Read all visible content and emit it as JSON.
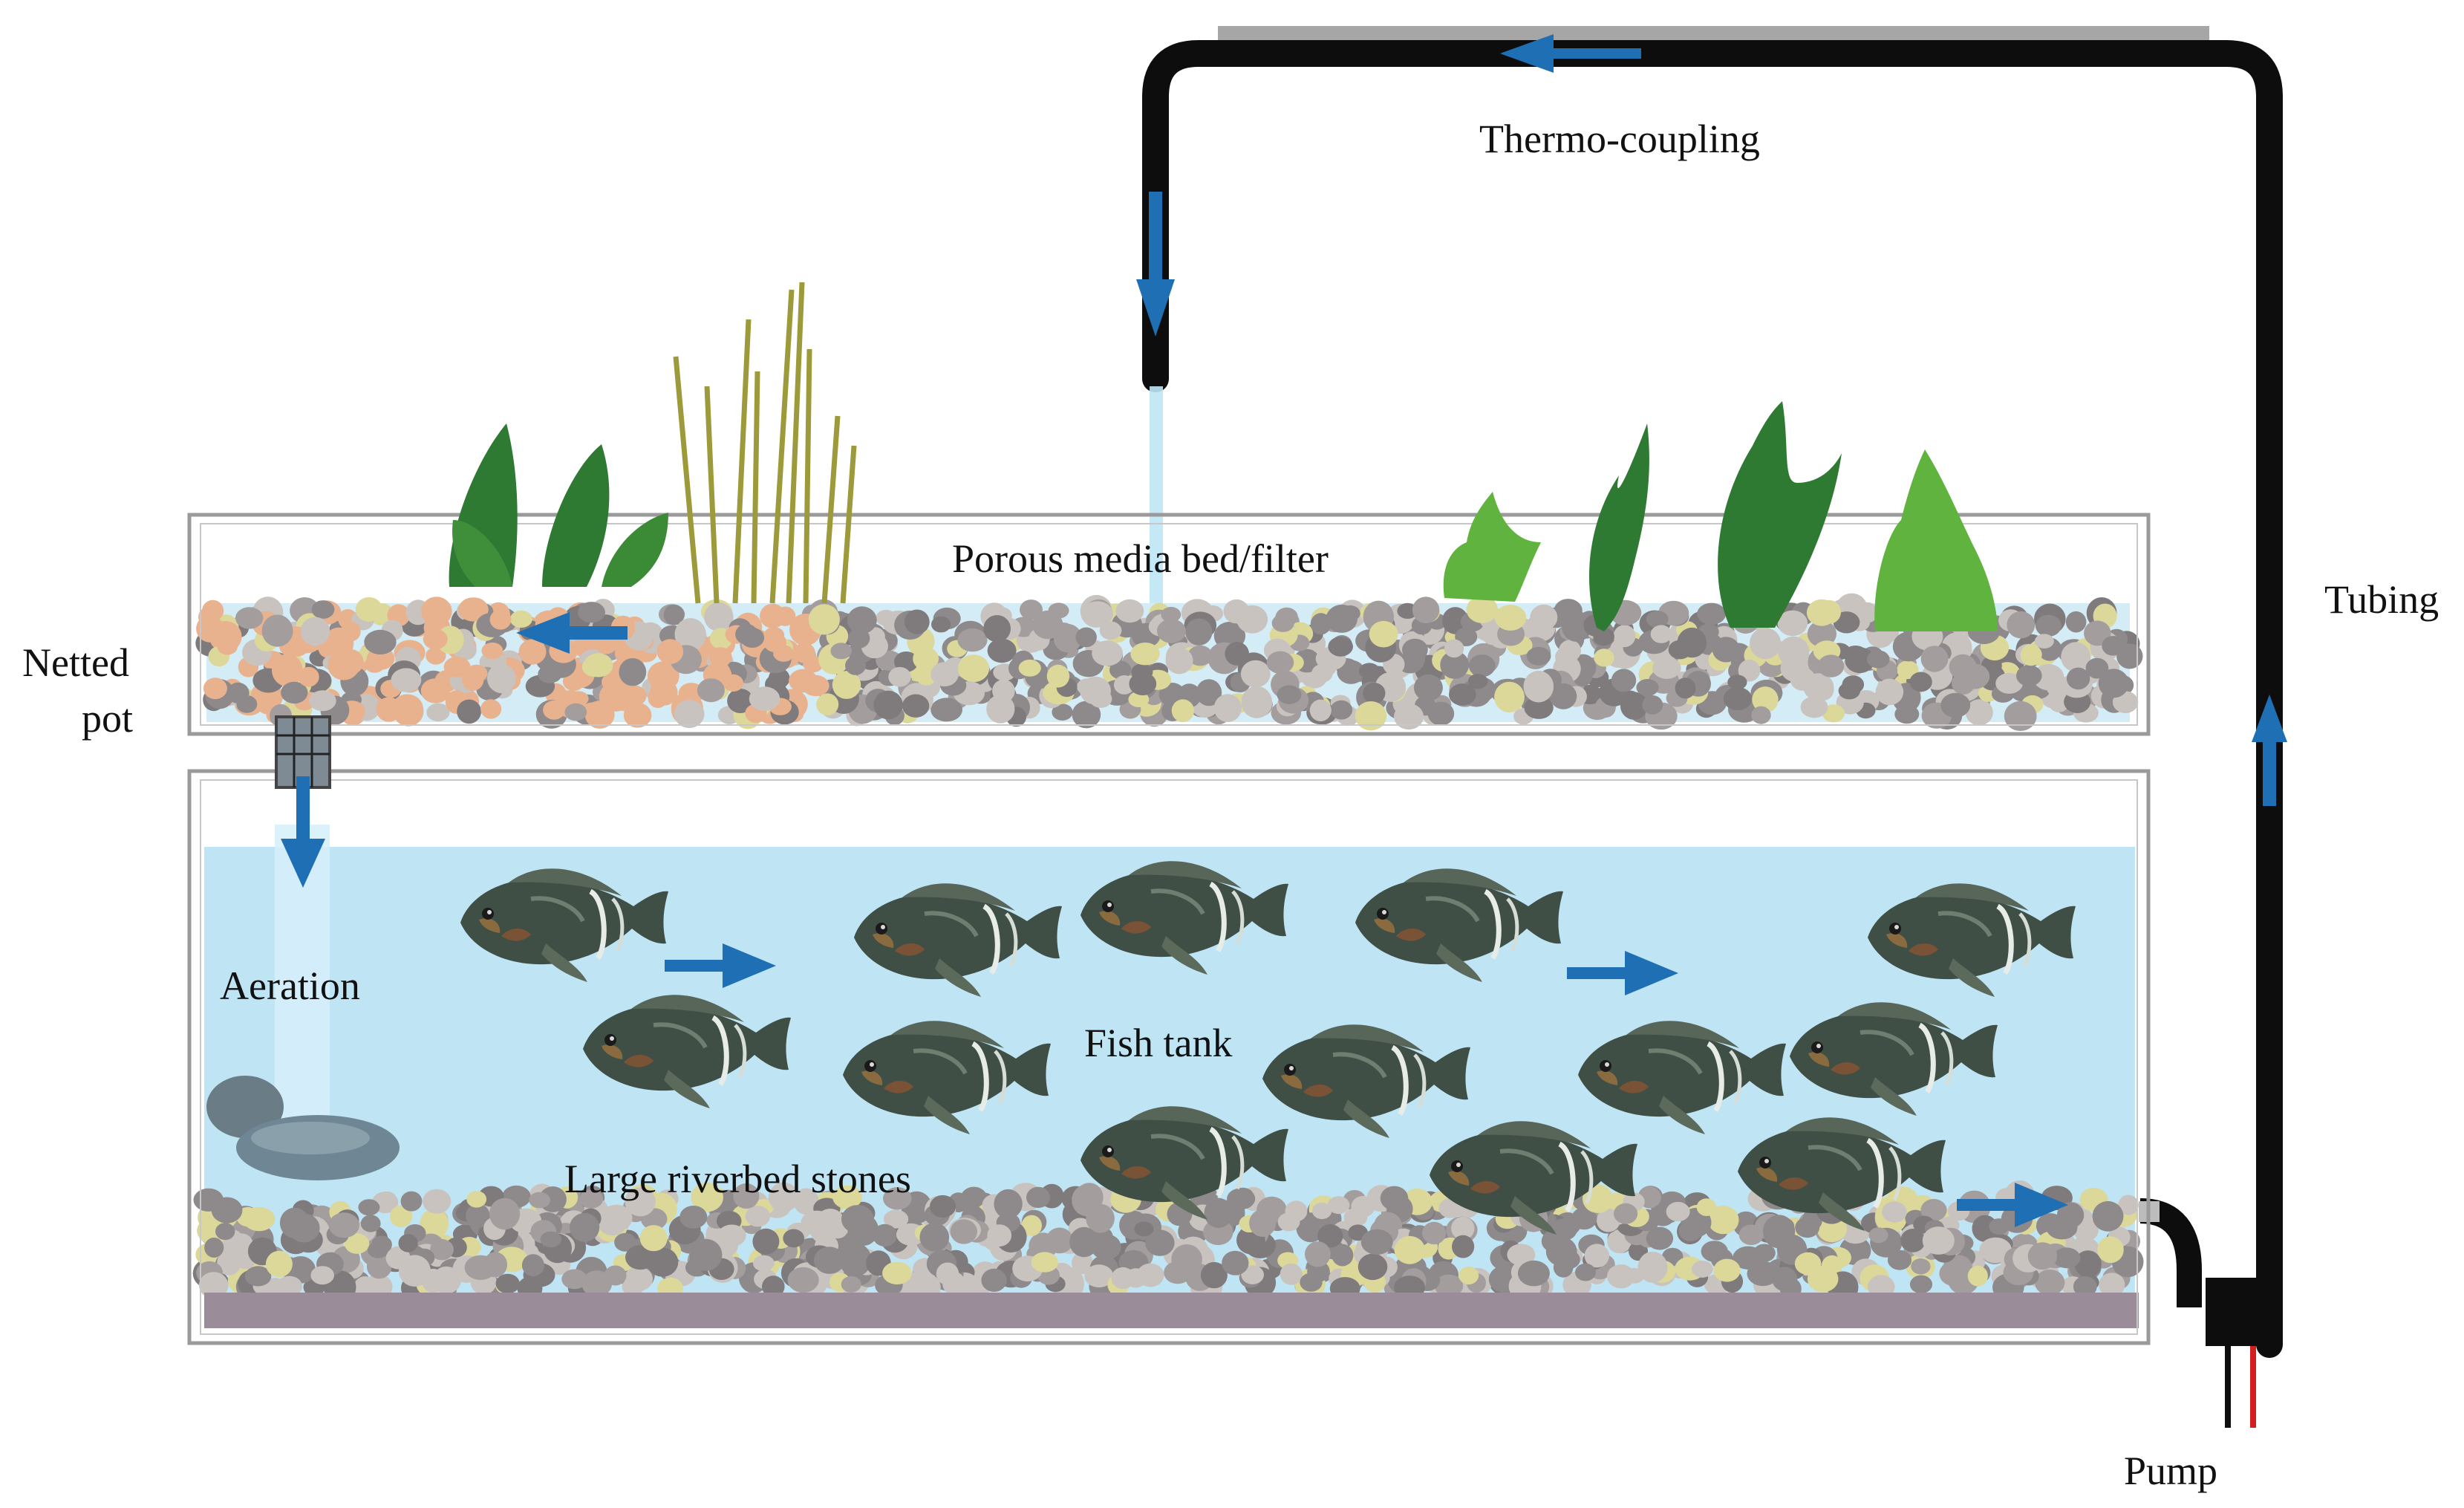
{
  "labels": {
    "thermo_coupling": "Thermo-coupling",
    "tubing": "Tubing",
    "porous_media_bed": "Porous media bed/filter",
    "netted_pot_line1": "Netted",
    "netted_pot_line2": "pot",
    "aeration": "Aeration",
    "fish_tank": "Fish tank",
    "large_riverbed_stones": "Large riverbed stones",
    "pump": "Pump"
  },
  "colors": {
    "tubing": "#0d0d0d",
    "flow_arrow": "#1f6fb5",
    "water": "#bfe5f5",
    "tank_frame": "#9a9a9a",
    "tank_base": "#9a8c98",
    "stone_grey": "#8e8a8c",
    "stone_light": "#c9c3c0",
    "stone_yellow": "#dcd89a",
    "stone_orange": "#e8b28e",
    "plant_dark": "#2f7a33",
    "plant_light": "#5fb33e",
    "reed": "#9c9a3a",
    "fish_body": "#3f4f45",
    "thermo_bar": "#a6a6a6",
    "pump_wire_red": "#d21f1f"
  },
  "icons": {
    "fish": "tilapia-fish-icon",
    "plant": "aquatic-plant-icon",
    "reed": "reed-grass-icon",
    "arrow": "flow-arrow-icon",
    "pump": "water-pump-icon",
    "air_stone": "air-stone-icon",
    "netted_pot": "netted-pot-icon"
  }
}
